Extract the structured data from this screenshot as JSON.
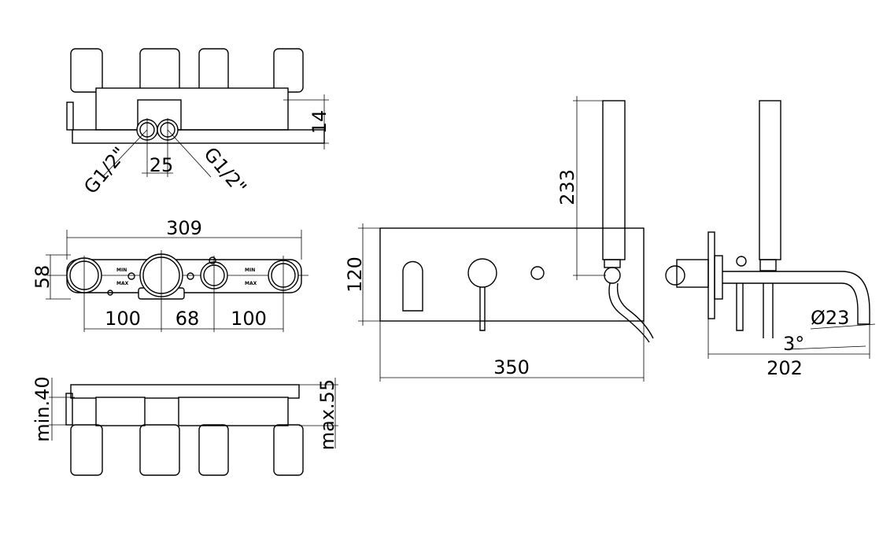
{
  "top_view": {
    "dim_height": "14",
    "thread_left": "G1/2\"",
    "thread_right": "G1/2\"",
    "dim_spacing": "25"
  },
  "plan_view": {
    "dim_total_width": "309",
    "dim_depth": "58",
    "dim_left": "100",
    "dim_middle": "68",
    "dim_right": "100",
    "marks": {
      "min_1": "MIN",
      "max_1": "MAX",
      "min_2": "MIN",
      "max_2": "MAX"
    }
  },
  "bottom_view": {
    "dim_min": "min.40",
    "dim_max": "max.55"
  },
  "front_view": {
    "dim_shower_height": "233",
    "dim_plate_height": "120",
    "dim_plate_width": "350"
  },
  "side_view": {
    "dim_diameter": "Ø23",
    "dim_angle": "3°",
    "dim_projection": "202"
  }
}
